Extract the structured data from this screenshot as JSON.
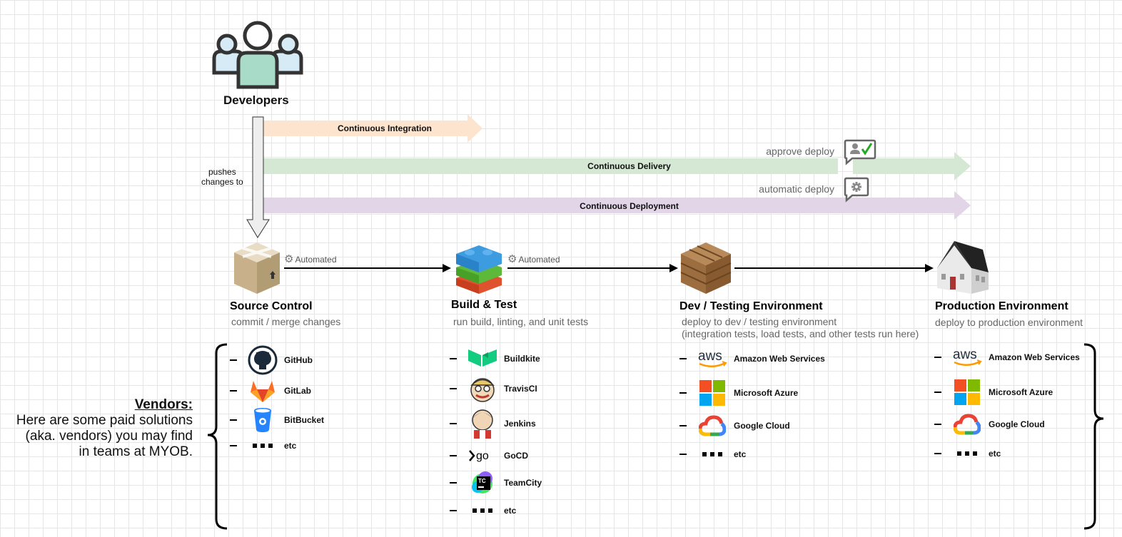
{
  "developers": {
    "label": "Developers"
  },
  "push": {
    "label_line1": "pushes",
    "label_line2": "changes to"
  },
  "bands": {
    "integration": {
      "label": "Continuous Integration",
      "color": "#fce4cf"
    },
    "delivery": {
      "label": "Continuous Delivery",
      "color": "#d5e8d4",
      "gate_note": "approve deploy"
    },
    "deployment": {
      "label": "Continuous Deployment",
      "color": "#e1d5e7",
      "gate_note": "automatic deploy"
    }
  },
  "pipeline": {
    "automated_label": "Automated",
    "stages": [
      {
        "title": "Source Control",
        "subtitle": "commit / merge changes"
      },
      {
        "title": "Build & Test",
        "subtitle": "run build, linting, and unit tests"
      },
      {
        "title": "Dev / Testing Environment",
        "subtitle": "deploy to dev / testing environment",
        "subtitle2": "(integration tests, load tests, and other tests run here)"
      },
      {
        "title": "Production Environment",
        "subtitle": "deploy to production environment"
      }
    ]
  },
  "vendors_note": {
    "heading": "Vendors:",
    "line1": "Here are some paid solutions",
    "line2": "(aka. vendors) you may find",
    "line3": "in teams at MYOB."
  },
  "vendors": {
    "source_control": [
      {
        "name": "GitHub",
        "icon": "github-icon"
      },
      {
        "name": "GitLab",
        "icon": "gitlab-icon"
      },
      {
        "name": "BitBucket",
        "icon": "bitbucket-icon"
      },
      {
        "name": "etc",
        "icon": "ellipsis-icon"
      }
    ],
    "build_test": [
      {
        "name": "Buildkite",
        "icon": "buildkite-icon"
      },
      {
        "name": "TravisCI",
        "icon": "travisci-icon"
      },
      {
        "name": "Jenkins",
        "icon": "jenkins-icon"
      },
      {
        "name": "GoCD",
        "icon": "gocd-icon"
      },
      {
        "name": "TeamCity",
        "icon": "teamcity-icon"
      },
      {
        "name": "etc",
        "icon": "ellipsis-icon"
      }
    ],
    "dev_env": [
      {
        "name": "Amazon Web Services",
        "icon": "aws-icon"
      },
      {
        "name": "Microsoft Azure",
        "icon": "azure-icon"
      },
      {
        "name": "Google Cloud",
        "icon": "google-cloud-icon"
      },
      {
        "name": "etc",
        "icon": "ellipsis-icon"
      }
    ],
    "prod_env": [
      {
        "name": "Amazon Web Services",
        "icon": "aws-icon"
      },
      {
        "name": "Microsoft Azure",
        "icon": "azure-icon"
      },
      {
        "name": "Google Cloud",
        "icon": "google-cloud-icon"
      },
      {
        "name": "etc",
        "icon": "ellipsis-icon"
      }
    ]
  }
}
